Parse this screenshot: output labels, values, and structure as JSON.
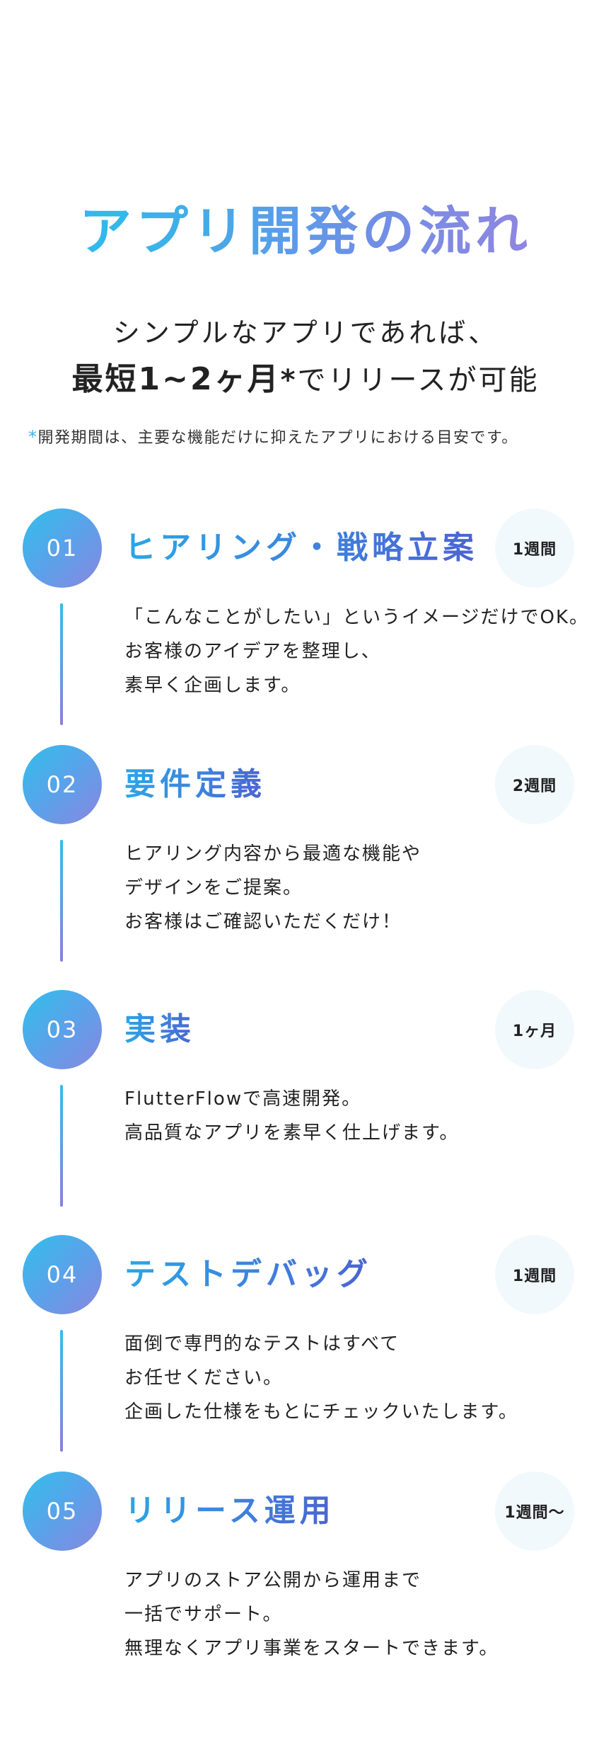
{
  "header": {
    "title": "アプリ開発の流れ",
    "lead_line1": "シンプルなアプリであれば、",
    "lead_line2_bold": "最短1~2ヶ月",
    "lead_line2_star": "*",
    "lead_line2_rest": "でリリースが可能",
    "note_asterisk": "*",
    "note_text": "開発期間は、主要な機能だけに抑えたアプリにおける目安です。"
  },
  "steps": [
    {
      "number": "01",
      "title": "ヒアリング・戦略立案",
      "duration": "1週間",
      "lines": [
        "「こんなことがしたい」というイメージだけでOK。",
        "お客様のアイデアを整理し、",
        "素早く企画します。"
      ]
    },
    {
      "number": "02",
      "title": "要件定義",
      "duration": "2週間",
      "lines": [
        "ヒアリング内容から最適な機能や",
        "デザインをご提案。",
        "お客様はご確認いただくだけ！"
      ]
    },
    {
      "number": "03",
      "title": "実装",
      "duration": "1ヶ月",
      "lines": [
        "FlutterFlowで高速開発。",
        "高品質なアプリを素早く仕上げます。"
      ]
    },
    {
      "number": "04",
      "title": "テストデバッグ",
      "duration": "1週間",
      "lines": [
        "面倒で専門的なテストはすべて",
        "お任せください。",
        "企画した仕様をもとにチェックいたします。"
      ]
    },
    {
      "number": "05",
      "title": "リリース運用",
      "duration": "1週間〜",
      "lines": [
        "アプリのストア公開から運用まで",
        "一括でサポート。",
        "無理なくアプリ事業をスタートできます。"
      ]
    }
  ]
}
